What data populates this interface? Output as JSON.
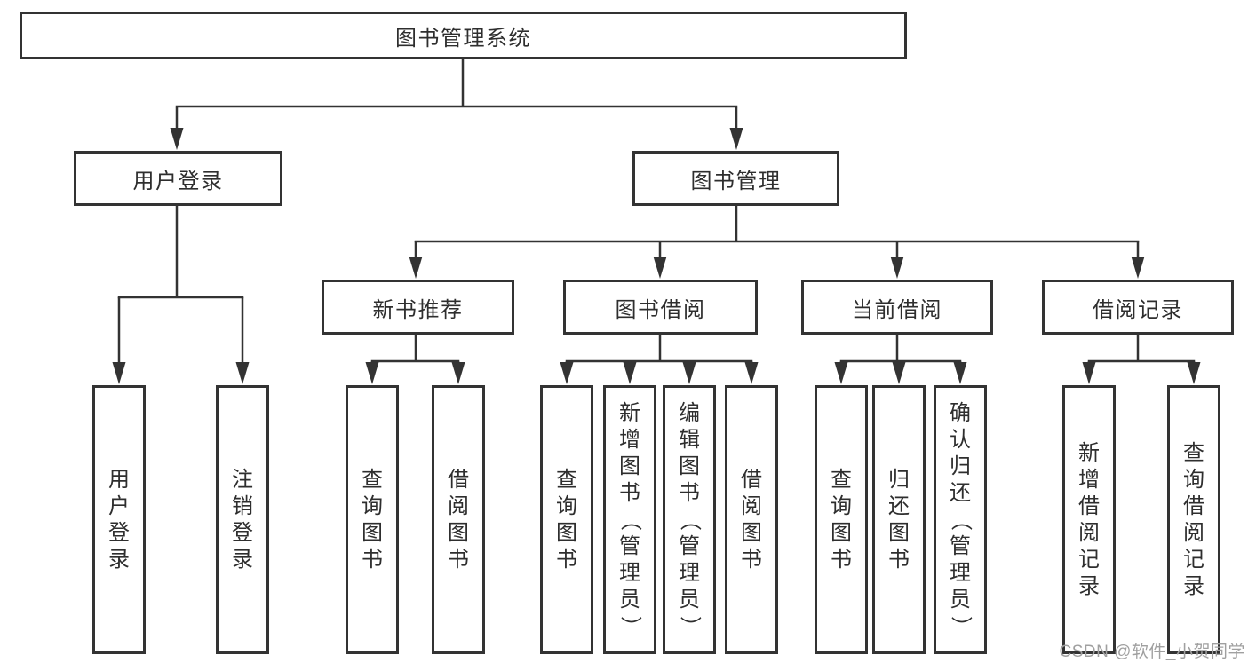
{
  "nodes": {
    "root": "图书管理系统",
    "l2": [
      "用户登录",
      "图书管理"
    ],
    "l3": [
      "新书推荐",
      "图书借阅",
      "当前借阅",
      "借阅记录"
    ],
    "leaves": [
      [
        "用户登录",
        "注销登录"
      ],
      [
        "查询图书",
        "借阅图书"
      ],
      [
        "查询图书",
        "新增图书（管理员）",
        "编辑图书（管理员）",
        "借阅图书"
      ],
      [
        "查询图书",
        "归还图书",
        "确认归还（管理员）"
      ],
      [
        "新增借阅记录",
        "查询借阅记录"
      ]
    ]
  },
  "watermark": "CSDN @软件_小贺同学",
  "colors": {
    "line": "#333333",
    "text": "#2e2e2e",
    "watermark": "#a0a0a0"
  }
}
